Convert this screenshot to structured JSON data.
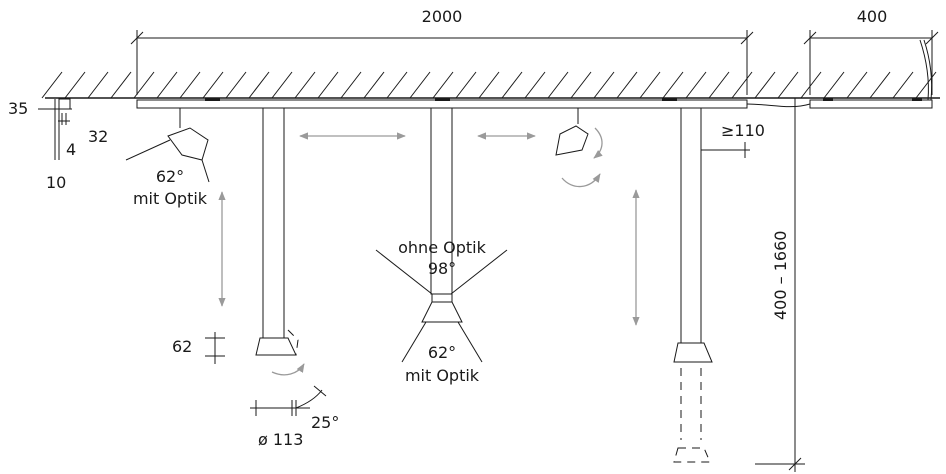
{
  "dimensions": {
    "track_length": "2000",
    "extension_length": "400",
    "ceiling_offset": "35",
    "profile_width": "32",
    "profile_gap": "4",
    "profile_depth": "10",
    "pendant_spacing": "≥110",
    "pendant_length": "400 – 1660",
    "head_height": "62",
    "head_diameter": "ø 113",
    "tilt_angle": "25°"
  },
  "labels": {
    "spot_left_angle": "62°",
    "spot_left_optic": "mit Optik",
    "center_no_optic": "ohne Optik",
    "center_no_optic_angle": "98°",
    "center_optic_angle": "62°",
    "center_optic": "mit Optik"
  }
}
